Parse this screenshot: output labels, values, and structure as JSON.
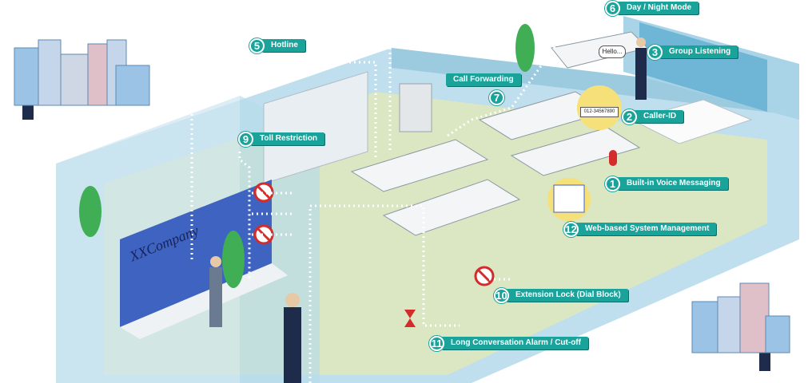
{
  "features": [
    {
      "id": "voice-messaging",
      "number": "1",
      "label": "Built-in Voice Messaging"
    },
    {
      "id": "caller-id",
      "number": "2",
      "label": "Caller-ID"
    },
    {
      "id": "group-listening",
      "number": "3",
      "label": "Group Listening"
    },
    {
      "id": "hotline",
      "number": "5",
      "label": "Hotline"
    },
    {
      "id": "day-night-mode",
      "number": "6",
      "label": "Day / Night Mode"
    },
    {
      "id": "call-forwarding",
      "number": "7",
      "label": "Call Forwarding"
    },
    {
      "id": "toll-restriction",
      "number": "9",
      "label": "Toll Restriction"
    },
    {
      "id": "extension-lock",
      "number": "10",
      "label": "Extension Lock (Dial Block)"
    },
    {
      "id": "long-conversation",
      "number": "11",
      "label": "Long Conversation Alarm / Cut-off"
    },
    {
      "id": "web-management",
      "number": "12",
      "label": "Web-based System Management"
    }
  ],
  "scene": {
    "reception_sign": "XXCompany",
    "speech_bubble": "Hello...",
    "caller_id_number": "012-34567890"
  },
  "colors": {
    "badge": "#1aa39a",
    "wall": "#a9d4e8",
    "floor": "#d9e4bf",
    "sign": "#3557b5"
  }
}
